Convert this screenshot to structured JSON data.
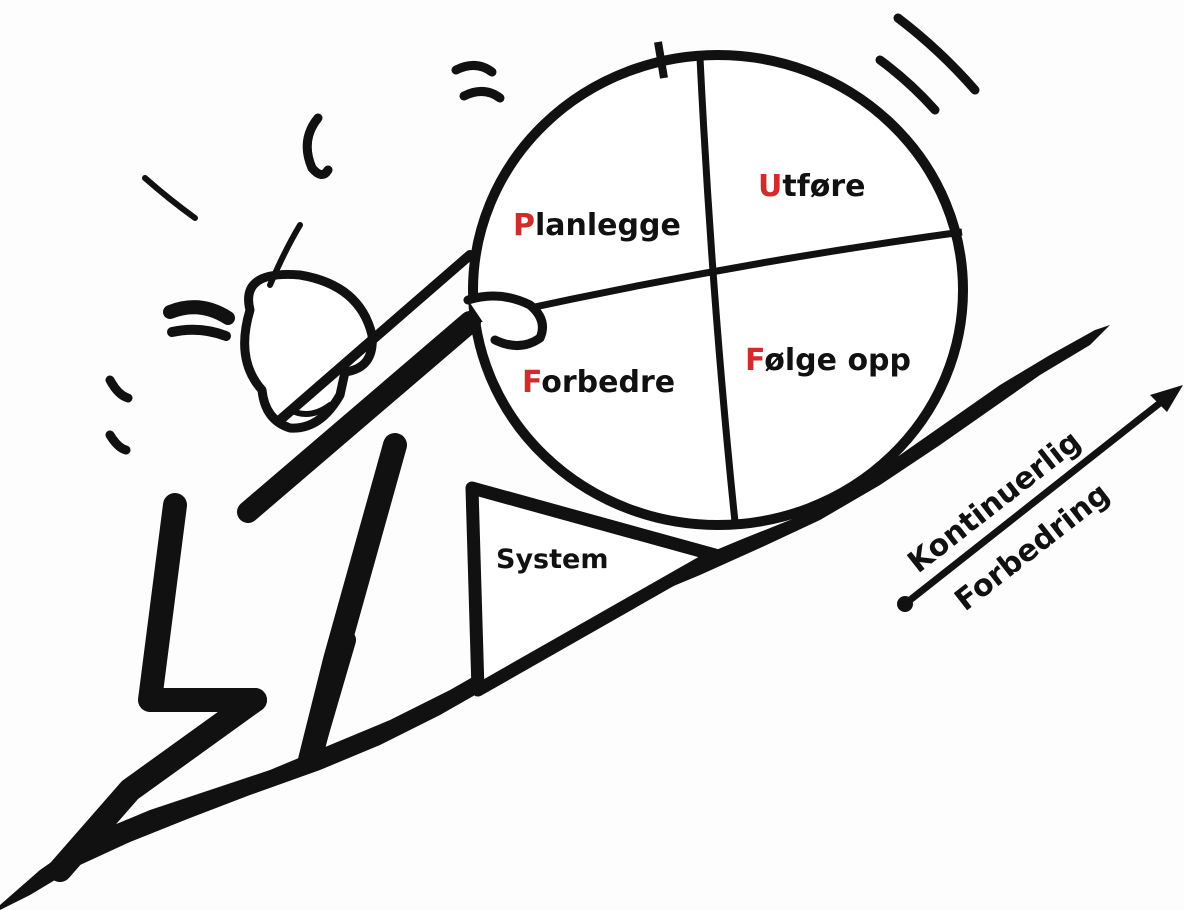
{
  "quadrants": {
    "plan": {
      "initial": "P",
      "rest": "lanlegge"
    },
    "do": {
      "initial": "U",
      "rest": "tføre"
    },
    "act": {
      "initial": "F",
      "rest": "orbedre"
    },
    "check": {
      "initial": "F",
      "rest": "ølge opp"
    }
  },
  "wedge_label": "System",
  "arrow_label": {
    "line1": "Kontinuerlig",
    "line2": "Forbedring"
  },
  "colors": {
    "ink": "#111111",
    "initial_accent": "#d22b2b",
    "background": "#fdfdfd"
  }
}
